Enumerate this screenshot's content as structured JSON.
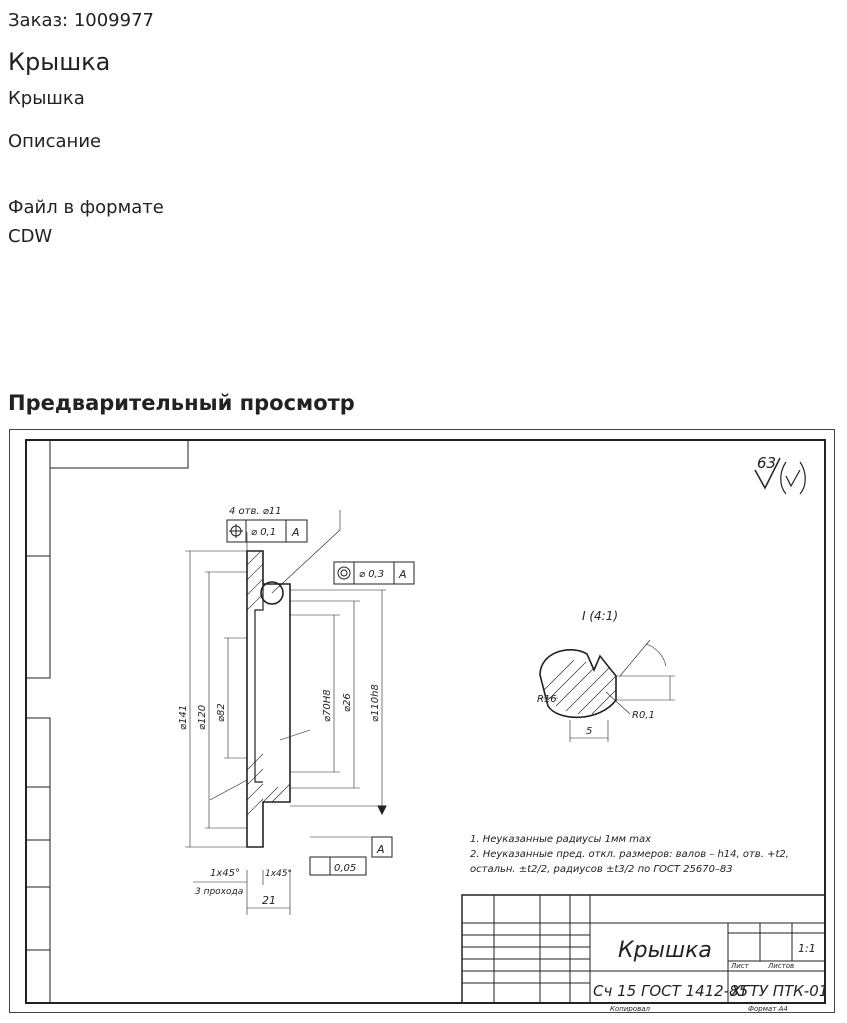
{
  "order": {
    "label": "Заказ: 1009977"
  },
  "product": {
    "title": "Крышка",
    "subtitle": "Крышка",
    "description_label": "Описание",
    "file_label": "Файл в формате CDW"
  },
  "preview": {
    "heading": "Предварительный просмотр",
    "drawing": {
      "roughness": "63",
      "tolerance_frame_1": {
        "value": "⌀ 0,1",
        "base": "A"
      },
      "tolerance_frame_2": {
        "value": "⌀ 0,3",
        "base": "A"
      },
      "bolt_note": "4 отв. ⌀11",
      "detail_label": "I (4:1)",
      "base_mark": "A",
      "dims": {
        "d140": "⌀141",
        "d120": "⌀120",
        "d82": "⌀82",
        "d70": "⌀70H8",
        "d26": "⌀26",
        "d110": "⌀110h8",
        "chamfer": "1x45°",
        "chamfer2": "1x45°",
        "len21": "21",
        "len5": "5",
        "r16": "R16",
        "r01": "R0,1",
        "note_side": "3 прохода",
        "par": "0,05"
      },
      "notes": [
        "1. Неуказанные радиусы 1мм max",
        "2. Неуказанные пред. откл. размеров: валов – h14, отв. +t2,",
        "остальн. ±t2/2, радиусов ±t3/2 по ГОСТ 25670–83"
      ],
      "title_block": {
        "name": "Крышка",
        "material": "Сч 15 ГОСТ 1412-85",
        "org": "ХГТУ ПТК-01",
        "scale": "1:1",
        "sheet_label": "Лист",
        "sheets_label": "Листов",
        "format": "Формат А4",
        "copied": "Копировал"
      }
    }
  }
}
